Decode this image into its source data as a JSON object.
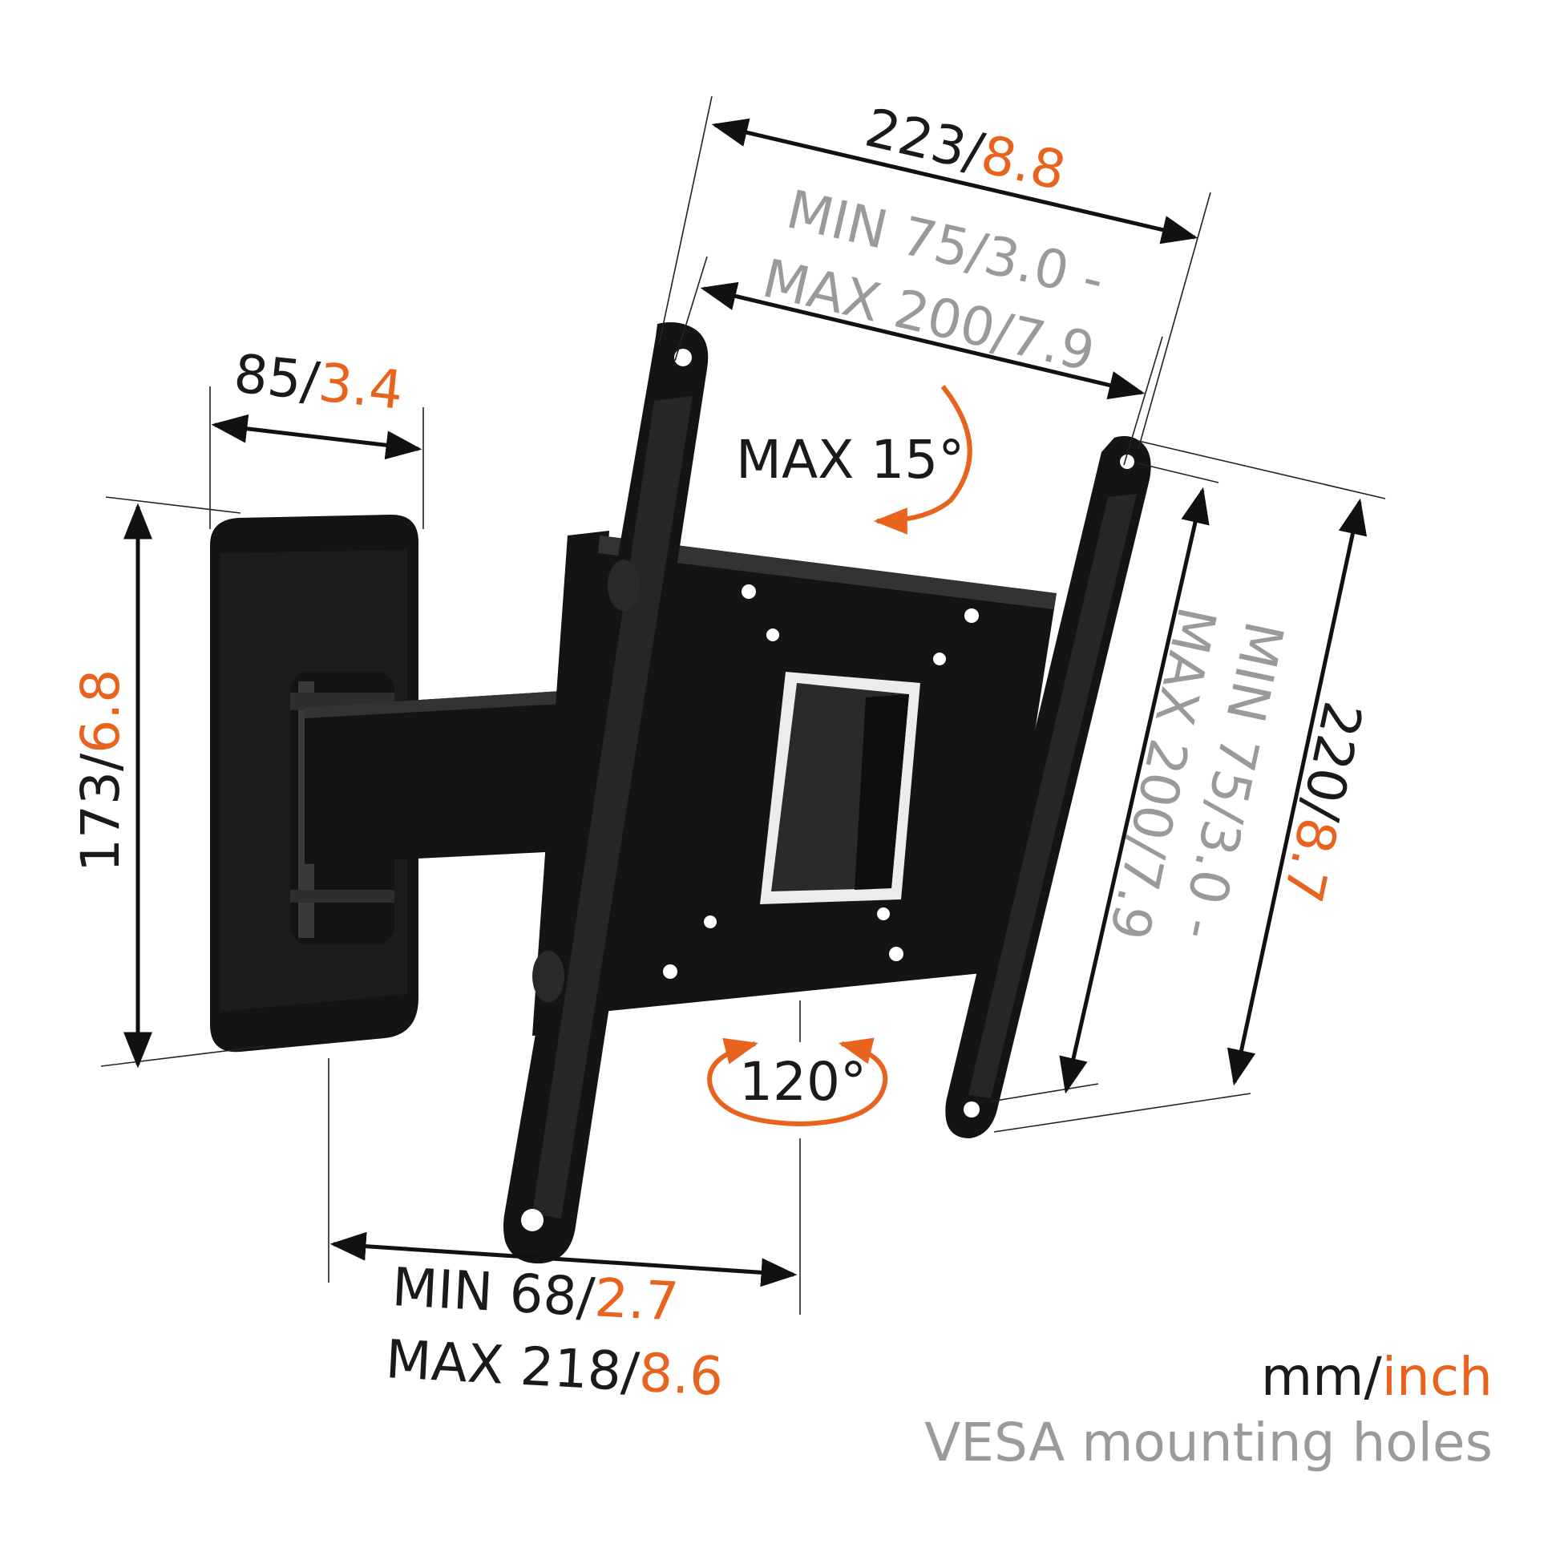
{
  "colors": {
    "dark": "#1a1a1a",
    "orange": "#e8641e",
    "grey": "#9a9a9a"
  },
  "dimensions": {
    "top_width": {
      "mm": "223/",
      "inch": "8.8"
    },
    "vesa_h": {
      "line1_mm": "MIN 75/",
      "line1_inch": "3.0 -",
      "line2_mm": "MAX 200/",
      "line2_inch": "7.9"
    },
    "tilt": {
      "label": "MAX 15°"
    },
    "wall_plate_width": {
      "mm": "85/",
      "inch": "3.4"
    },
    "wall_plate_height": {
      "mm": "173/",
      "inch": "6.8"
    },
    "right_height": {
      "mm": "220/",
      "inch": "8.7"
    },
    "vesa_v": {
      "line1_mm": "MIN 75/",
      "line1_inch": "3.0 -",
      "line2_mm": "MAX 200/",
      "line2_inch": "7.9"
    },
    "swivel": {
      "label": "120°"
    },
    "depth": {
      "line1_mm": "MIN 68/",
      "line1_inch": "2.7",
      "line2_mm": "MAX 218/",
      "line2_inch": "8.6"
    }
  },
  "legend": {
    "unit_mm": "mm/",
    "unit_inch": "inch",
    "vesa_note": "VESA mounting holes"
  }
}
